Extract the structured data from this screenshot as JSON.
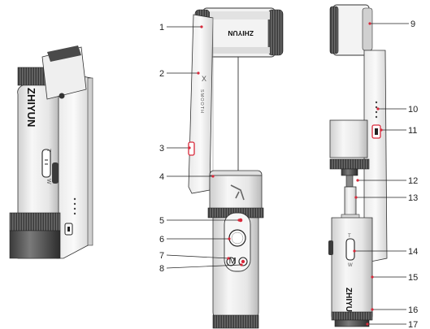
{
  "diagram": {
    "brand_text": "ZHIYUN",
    "arm_text": "SMOOTH",
    "logo_mark": "X",
    "switch_labels": {
      "top": "T",
      "bottom": "W"
    },
    "callouts": [
      {
        "id": 1,
        "label": "1"
      },
      {
        "id": 2,
        "label": "2"
      },
      {
        "id": 3,
        "label": "3"
      },
      {
        "id": 4,
        "label": "4"
      },
      {
        "id": 5,
        "label": "5"
      },
      {
        "id": 6,
        "label": "6"
      },
      {
        "id": 7,
        "label": "7"
      },
      {
        "id": 8,
        "label": "8"
      },
      {
        "id": 9,
        "label": "9"
      },
      {
        "id": 10,
        "label": "10"
      },
      {
        "id": 11,
        "label": "11"
      },
      {
        "id": 12,
        "label": "12"
      },
      {
        "id": 13,
        "label": "13"
      },
      {
        "id": 14,
        "label": "14"
      },
      {
        "id": 15,
        "label": "15"
      },
      {
        "id": 16,
        "label": "16"
      },
      {
        "id": 17,
        "label": "17"
      }
    ],
    "colors": {
      "line": "#222222",
      "body_light": "#f4f4f4",
      "body_mid": "#d8d8d8",
      "body_dark": "#555555",
      "accent_dot": "#d9283a"
    }
  }
}
